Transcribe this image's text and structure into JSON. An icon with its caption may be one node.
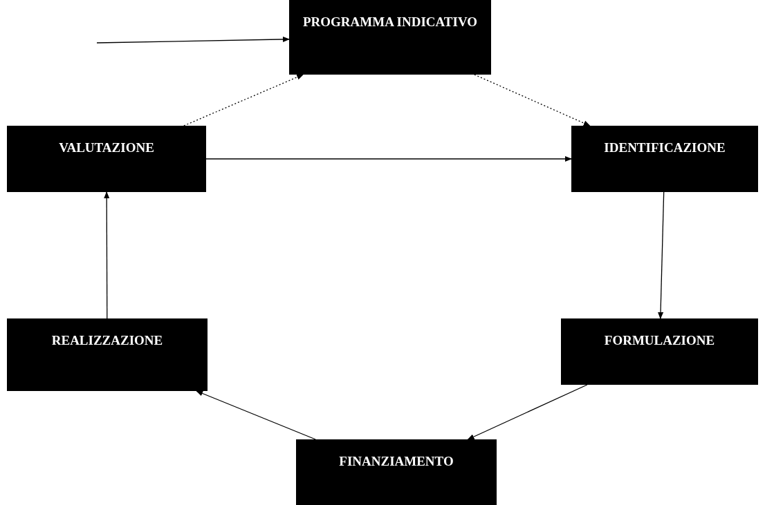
{
  "diagram": {
    "nodes": [
      {
        "text": [
          "PROGRAMMA INDICATIVO"
        ]
      },
      {
        "text": [
          "VALUTAZIONE"
        ]
      },
      {
        "text": [
          "IDENTIFICAZIONE"
        ]
      },
      {
        "text": [
          "FORMULAZIONE"
        ]
      },
      {
        "text": [
          "FINANZIAMENTO"
        ]
      },
      {
        "text": [
          "REALIZZAZIONE"
        ]
      }
    ],
    "edges": [
      {
        "from": null,
        "to": 0,
        "arrow": "to"
      },
      {
        "from": 1,
        "to": 0,
        "arrow": "to",
        "style": "dashed"
      },
      {
        "from": 0,
        "to": 2,
        "arrow": "to",
        "style": "dashed"
      },
      {
        "from": 1,
        "to": 2,
        "arrow": "to"
      },
      {
        "from": 2,
        "to": 3,
        "arrow": "to"
      },
      {
        "from": 3,
        "to": 4,
        "arrow": "to"
      },
      {
        "from": 4,
        "to": 5,
        "arrow": "to"
      },
      {
        "from": 5,
        "to": 1,
        "arrow": "to"
      }
    ]
  }
}
